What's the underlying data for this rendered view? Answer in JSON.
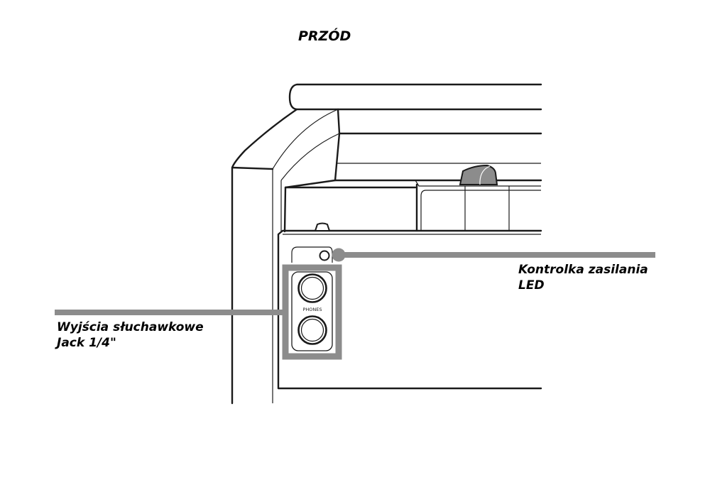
{
  "title": "PRZÓD",
  "callouts": {
    "led": {
      "line1": "Kontrolka zasilania",
      "line2": "LED"
    },
    "phones": {
      "line1": "Wyjścia słuchawkowe",
      "line2": "Jack 1/4\""
    }
  },
  "panel": {
    "phones_text": "PHONES"
  },
  "colors": {
    "callout": "#8c8c8c",
    "outline": "#1a1a1a",
    "knob": "#8c8c8c"
  },
  "icons": [
    "led-indicator-icon",
    "headphone-jack-icon"
  ]
}
